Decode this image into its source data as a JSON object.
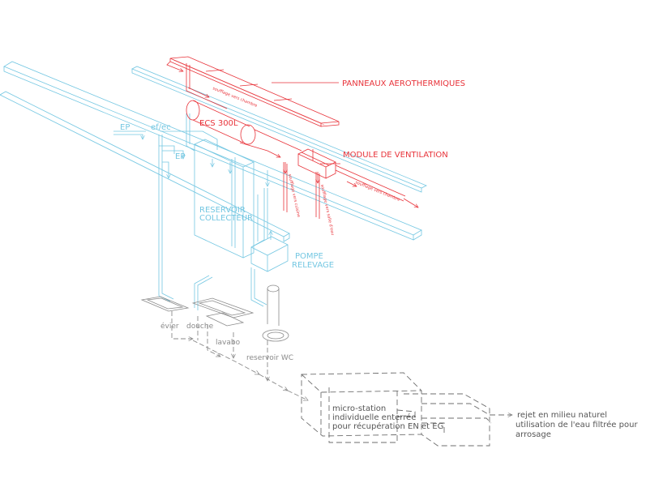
{
  "labels": {
    "panneaux": "PANNEAUX AEROTHERMIQUES",
    "ecs": "ECS 300L",
    "module": "MODULE DE VENTILATION",
    "soufflage_chambre_1": "soufflage vers chambre",
    "soufflage_chambre_2": "soufflage vers chambre",
    "soufflage_cuisine": "soufflage vers cuisine",
    "soufflage_salle_eau": "soufflage vers salle d'eau",
    "ep_1": "EP",
    "ef_ec": "ef/ec",
    "ep_2": "EP",
    "reservoir_l1": "RESERVOIR",
    "reservoir_l2": "COLLECTEUR",
    "pompe_l1": "POMPE",
    "pompe_l2": "RELEVAGE",
    "evier": "évier",
    "douche": "douche",
    "lavabo": "lavabo",
    "reservoir_wc": "reservoir WC",
    "micro_l1": "micro-station",
    "micro_l2": "individuelle enterrée",
    "micro_l3": "pour récupération EN et EG",
    "rejet_l1": "rejet en milieu naturel",
    "rejet_l2": "utilisation de l'eau filtrée pour",
    "rejet_l3": "arrosage"
  },
  "colors": {
    "ventilation": "#e8333a",
    "water": "#74c7e2",
    "wastewater": "#8a8a8a",
    "treatment": "#6e6e6e"
  }
}
